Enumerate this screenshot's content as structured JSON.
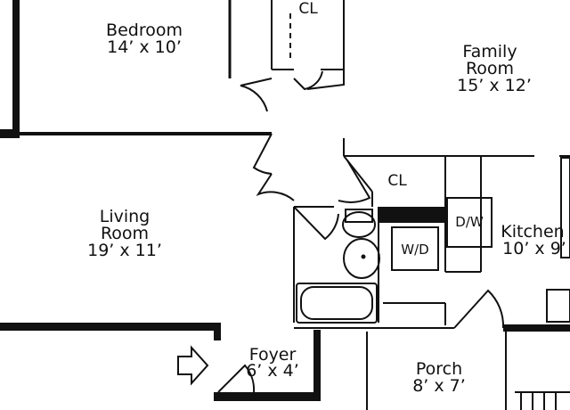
{
  "rooms": {
    "bedroom": {
      "name": "Bedroom",
      "dims": "14’ x 10’"
    },
    "family": {
      "name_line1": "Family",
      "name_line2": "Room",
      "dims": "15’ x 12’"
    },
    "living": {
      "name_line1": "Living",
      "name_line2": "Room",
      "dims": "19’ x 11’"
    },
    "kitchen": {
      "name": "Kitchen",
      "dims": "10’ x 9’"
    },
    "foyer": {
      "name": "Foyer",
      "dims": "6’ x 4’"
    },
    "porch": {
      "name": "Porch",
      "dims": "8’ x 7’"
    }
  },
  "fixtures": {
    "closet_top": "CL",
    "closet_mid": "CL",
    "washer_dryer": "W/D",
    "dishwasher": "D/W"
  },
  "colors": {
    "wall": "#111111",
    "background": "#ffffff"
  }
}
